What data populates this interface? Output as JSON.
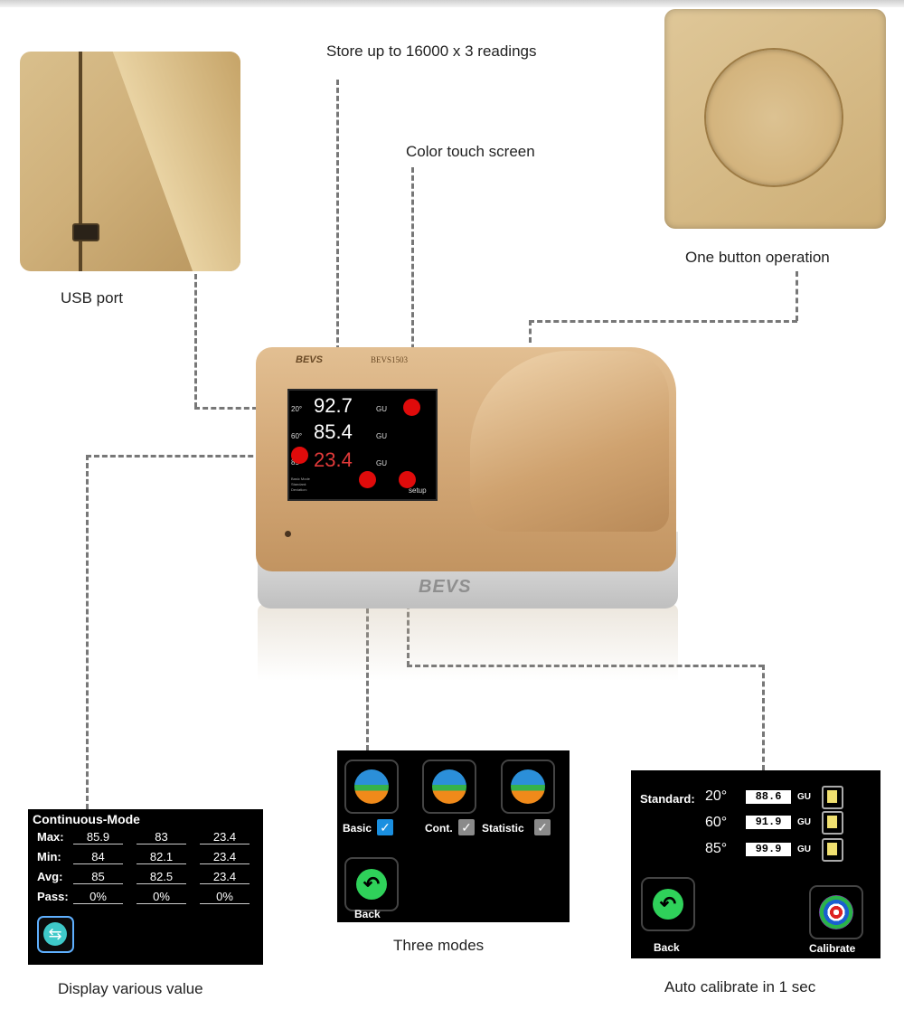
{
  "captions": {
    "store": "Store up to 16000 x 3 readings",
    "color_touch": "Color touch screen",
    "usb": "USB port",
    "one_button": "One button operation",
    "display_various": "Display various value",
    "three_modes": "Three modes",
    "auto_calibrate": "Auto calibrate in 1 sec"
  },
  "device": {
    "logo": "BEVS",
    "model": "BEVS1503",
    "base_logo": "BEVS",
    "screen": {
      "angles": [
        "20°",
        "60°",
        "85°"
      ],
      "values": [
        "92.7",
        "85.4",
        "23.4"
      ],
      "unit": "GU",
      "setup_label": "setup",
      "small_info": [
        "Basic Mode",
        "Standard:",
        "Deviation:"
      ]
    }
  },
  "continuous_panel": {
    "title": "Continuous-Mode",
    "rows": [
      {
        "label": "Max:",
        "values": [
          "85.9",
          "83",
          "23.4"
        ]
      },
      {
        "label": "Min:",
        "values": [
          "84",
          "82.1",
          "23.4"
        ]
      },
      {
        "label": "Avg:",
        "values": [
          "85",
          "82.5",
          "23.4"
        ]
      },
      {
        "label": "Pass:",
        "values": [
          "0%",
          "0%",
          "0%"
        ]
      }
    ],
    "back_icon": "back-arrow-icon"
  },
  "modes_panel": {
    "modes": [
      {
        "label": "Basic",
        "checked": true
      },
      {
        "label": "Cont.",
        "checked": true
      },
      {
        "label": "Statistic",
        "checked": true
      }
    ],
    "back_label": "Back"
  },
  "calibrate_panel": {
    "standard_label": "Standard:",
    "rows": [
      {
        "angle": "20°",
        "value": "88.6",
        "unit": "GU"
      },
      {
        "angle": "60°",
        "value": "91.9",
        "unit": "GU"
      },
      {
        "angle": "85°",
        "value": "99.9",
        "unit": "GU"
      }
    ],
    "back_label": "Back",
    "calibrate_label": "Calibrate"
  }
}
